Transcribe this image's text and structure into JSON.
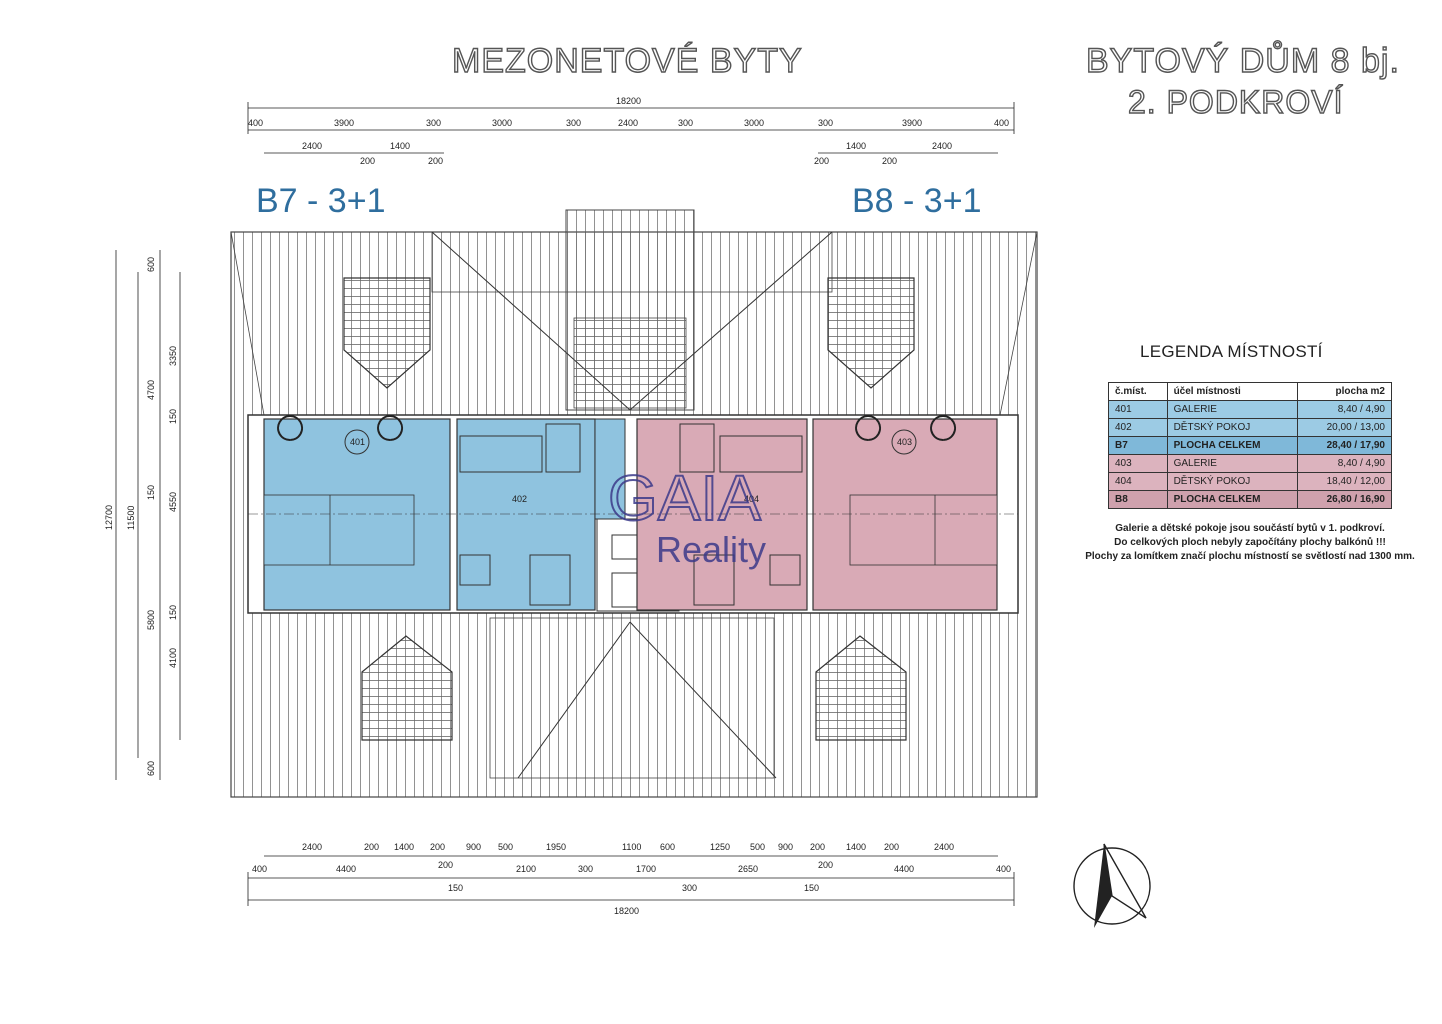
{
  "title_left": "MEZONETOVÉ BYTY",
  "title_right_line1": "BYTOVÝ DŮM 8 bj.",
  "title_right_line2": "2. PODKROVÍ",
  "unit_b7": "B7  -  3+1",
  "unit_b8": "B8  -  3+1",
  "watermark_line1": "GAIA",
  "watermark_line2": "Reality",
  "colors": {
    "b7": "#8fc3df",
    "b8": "#d9aab6"
  },
  "rooms": {
    "r401": "401",
    "r402": "402",
    "r403": "403",
    "r404": "404"
  },
  "dims_top": {
    "total": "18200",
    "row2": [
      "400",
      "3900",
      "300",
      "3000",
      "300",
      "2400",
      "300",
      "3000",
      "300",
      "3900",
      "400"
    ],
    "row3_left": [
      "2400",
      "1400",
      "200",
      "200"
    ],
    "row3_right": [
      "200",
      "1400",
      "200",
      "2400"
    ]
  },
  "dims_left": {
    "total": "12700",
    "b": "11500",
    "c1": "600",
    "c2": "4700",
    "c3": "150",
    "c4": "5800",
    "c5": "600",
    "d1": "3350",
    "d2": "150",
    "d3": "4550",
    "d4": "150",
    "d5": "4100"
  },
  "dims_bottom": {
    "row1": [
      "2400",
      "200",
      "1400",
      "200",
      "900",
      "500",
      "1950",
      "1100",
      "600",
      "1250",
      "500",
      "900",
      "200",
      "1400",
      "200",
      "2400"
    ],
    "row2": [
      "400",
      "4400",
      "200",
      "2100",
      "300",
      "1700",
      "2650",
      "200",
      "4400",
      "400"
    ],
    "row3": [
      "150",
      "300",
      "150"
    ],
    "total": "18200"
  },
  "legend": {
    "title": "LEGENDA MÍSTNOSTÍ",
    "headers": [
      "č.míst.",
      "účel místnosti",
      "plocha m2"
    ],
    "rows": [
      [
        "401",
        "GALERIE",
        "8,40 / 4,90"
      ],
      [
        "402",
        "DĚTSKÝ POKOJ",
        "20,00 / 13,00"
      ],
      [
        "B7",
        "PLOCHA CELKEM",
        "28,40 / 17,90"
      ],
      [
        "403",
        "GALERIE",
        "8,40 / 4,90"
      ],
      [
        "404",
        "DĚTSKÝ POKOJ",
        "18,40 / 12,00"
      ],
      [
        "B8",
        "PLOCHA CELKEM",
        "26,80 / 16,90"
      ]
    ]
  },
  "notes": [
    "Galerie a dětské pokoje jsou součástí bytů v 1. podkroví.",
    "Do celkových ploch nebyly započítány plochy balkónů !!!",
    "Plochy za lomítkem značí plochu místností se světlostí nad 1300 mm."
  ]
}
